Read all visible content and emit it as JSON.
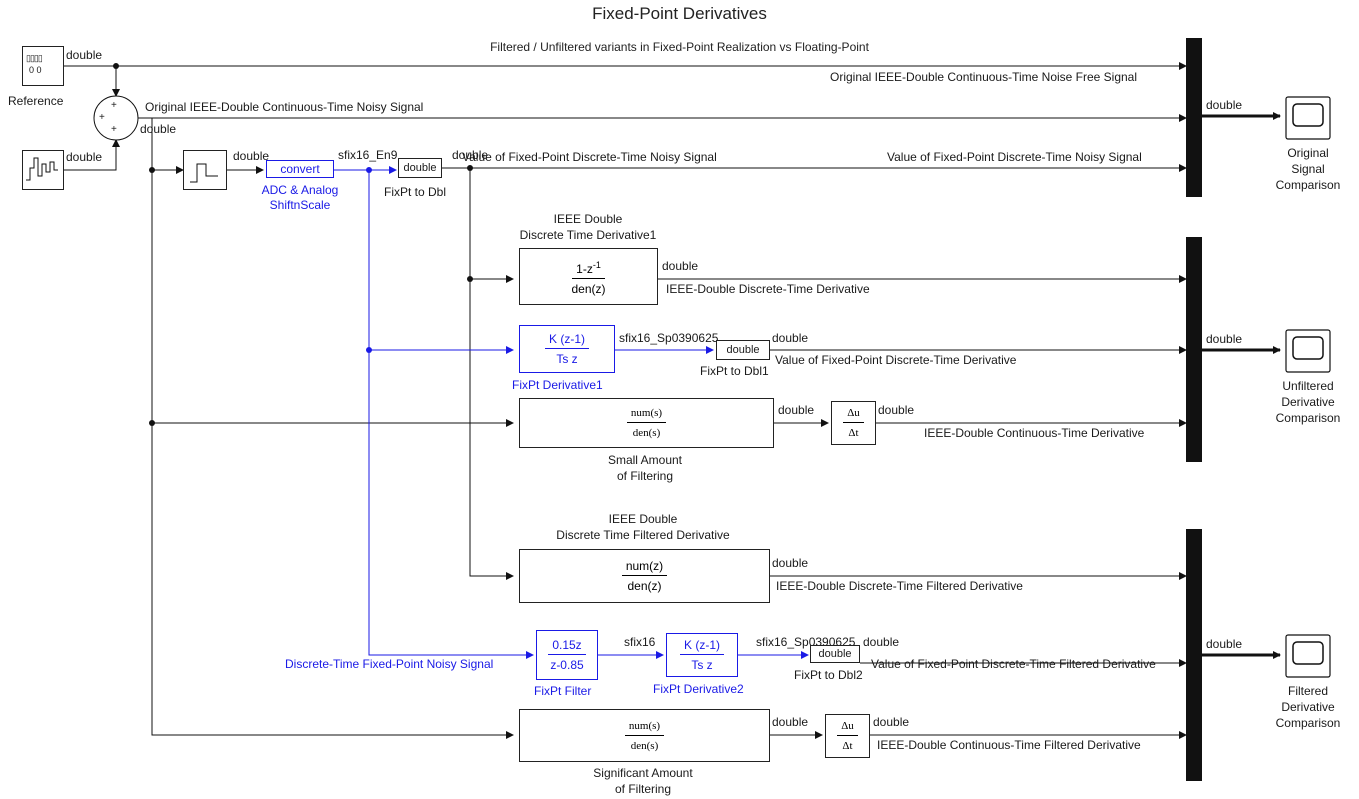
{
  "title": "Fixed-Point Derivatives",
  "subtitle": "Filtered / Unfiltered variants in Fixed-Point Realization vs Floating-Point",
  "blocks": {
    "reference": {
      "label": "Reference",
      "icon_top": "▯▯▯▯",
      "icon_bottom": "0 0"
    },
    "noise_source": {
      "label": ""
    },
    "sum": {
      "plus_top": "+",
      "plus_left": "+",
      "plus_bottom": "+"
    },
    "zoh": {
      "label": ""
    },
    "convert": {
      "text": "convert",
      "label_line1": "ADC & Analog",
      "label_line2": "ShiftnScale"
    },
    "fixpt_to_dbl": {
      "text": "double",
      "label": "FixPt to Dbl"
    },
    "ieee_disc_deriv1": {
      "title_line1": "IEEE Double",
      "title_line2": "Discrete Time Derivative1",
      "num": "1-z",
      "num_exp": "-1",
      "den": "den(z)"
    },
    "fixpt_deriv1": {
      "num": "K (z-1)",
      "den": "Ts z",
      "label": "FixPt Derivative1"
    },
    "fixpt_to_dbl1": {
      "text": "double",
      "label": "FixPt to Dbl1"
    },
    "small_filter": {
      "num": "num(s)",
      "den": "den(s)",
      "label_line1": "Small Amount",
      "label_line2": "of Filtering"
    },
    "deriv_small": {
      "num": "Δu",
      "den": "Δt"
    },
    "ieee_disc_filt_deriv": {
      "title_line1": "IEEE Double",
      "title_line2": "Discrete Time Filtered Derivative",
      "num": "num(z)",
      "den": "den(z)"
    },
    "fixpt_filter": {
      "num": "0.15z",
      "den": "z-0.85",
      "label": "FixPt Filter"
    },
    "fixpt_deriv2": {
      "num": "K (z-1)",
      "den": "Ts z",
      "label": "FixPt Derivative2"
    },
    "fixpt_to_dbl2": {
      "text": "double",
      "label": "FixPt to Dbl2"
    },
    "significant_filter": {
      "num": "num(s)",
      "den": "den(s)",
      "label_line1": "Significant Amount",
      "label_line2": "of Filtering"
    },
    "deriv_sig": {
      "num": "Δu",
      "den": "Δt"
    },
    "scope1": {
      "label_line1": "Original",
      "label_line2": "Signal",
      "label_line3": "Comparison"
    },
    "scope2": {
      "label_line1": "Unfiltered",
      "label_line2": "Derivative",
      "label_line3": "Comparison"
    },
    "scope3": {
      "label_line1": "Filtered",
      "label_line2": "Derivative",
      "label_line3": "Comparison"
    }
  },
  "signals": {
    "ref_type": "double",
    "noise_type": "double",
    "sum_type": "double",
    "zoh_type": "double",
    "conv_type": "sfix16_En9",
    "fixpt_dbl_type": "double",
    "noise_free": "Original IEEE-Double Continuous-Time Noise Free Signal",
    "noisy": "Original IEEE-Double Continuous-Time Noisy Signal",
    "fixpt_noisy_left": "Value of Fixed-Point Discrete-Time Noisy Signal",
    "fixpt_noisy_right": "Value of Fixed-Point Discrete-Time Noisy Signal",
    "mux1_out": "double",
    "disc_deriv_type": "double",
    "disc_deriv": "IEEE-Double Discrete-Time Derivative",
    "fixpt_deriv1_type": "sfix16_Sp0390625",
    "fixpt_dbl1_type": "double",
    "fixpt_deriv": "Value of Fixed-Point Discrete-Time Derivative",
    "small_filter_type": "double",
    "deriv_small_type": "double",
    "cont_deriv": "IEEE-Double Continuous-Time Derivative",
    "mux2_out": "double",
    "disc_filt_type": "double",
    "disc_filt_deriv": "IEEE-Double Discrete-Time Filtered Derivative",
    "discrete_noisy": "Discrete-Time Fixed-Point Noisy Signal",
    "fixpt_filter_type": "sfix16",
    "fixpt_deriv2_type": "sfix16_Sp0390625",
    "fixpt_dbl2_type": "double",
    "fixpt_filt_deriv": "Value of Fixed-Point Discrete-Time Filtered Derivative",
    "sig_filter_type": "double",
    "deriv_sig_type": "double",
    "cont_filt_deriv": "IEEE-Double Continuous-Time Filtered Derivative",
    "mux3_out": "double"
  },
  "colors": {
    "line": "#111111",
    "fixed_point": "#1a1ae6"
  }
}
